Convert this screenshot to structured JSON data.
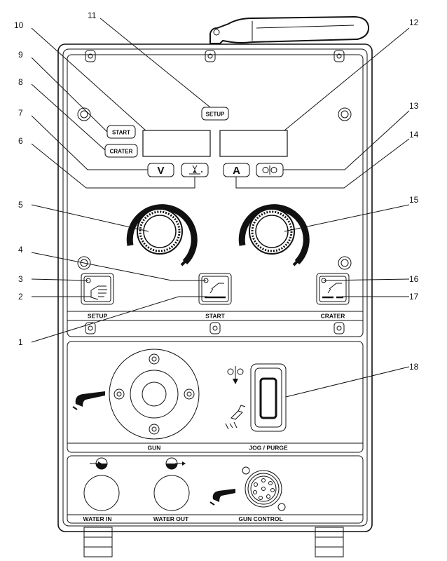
{
  "callouts": [
    "1",
    "2",
    "3",
    "4",
    "5",
    "6",
    "7",
    "8",
    "9",
    "10",
    "11",
    "12",
    "13",
    "14",
    "15",
    "16",
    "17",
    "18"
  ],
  "buttons": {
    "setup_top": "SETUP",
    "start": "START",
    "crater": "CRATER",
    "volts": "V",
    "amps": "A"
  },
  "sections": {
    "setup": "SETUP",
    "start": "START",
    "crater": "CRATER",
    "gun": "GUN",
    "jog_purge": "JOG / PURGE",
    "water_in": "WATER IN",
    "water_out": "WATER OUT",
    "gun_control": "GUN CONTROL"
  }
}
